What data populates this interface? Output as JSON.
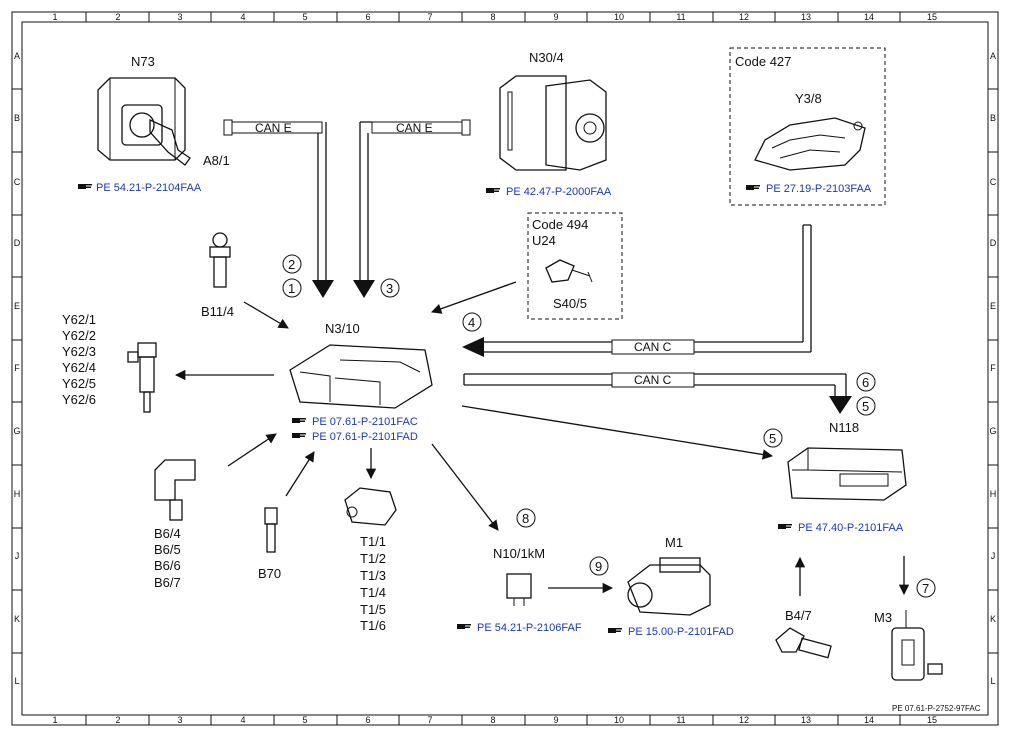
{
  "grid": {
    "columns": [
      "1",
      "2",
      "3",
      "4",
      "5",
      "6",
      "7",
      "8",
      "9",
      "10",
      "11",
      "12",
      "13",
      "14",
      "15"
    ],
    "rows": [
      "A",
      "B",
      "C",
      "D",
      "E",
      "F",
      "G",
      "H",
      "J",
      "K",
      "L"
    ]
  },
  "components": {
    "n73": "N73",
    "a8_1": "A8/1",
    "n30_4": "N30/4",
    "code427": "Code 427",
    "y3_8": "Y3/8",
    "code494": "Code 494",
    "u24": "U24",
    "s40_5": "S40/5",
    "b11_4": "B11/4",
    "n3_10": "N3/10",
    "y62": [
      "Y62/1",
      "Y62/2",
      "Y62/3",
      "Y62/4",
      "Y62/5",
      "Y62/6"
    ],
    "b6": [
      "B6/4",
      "B6/5",
      "B6/6",
      "B6/7"
    ],
    "b70": "B70",
    "t1": [
      "T1/1",
      "T1/2",
      "T1/3",
      "T1/4",
      "T1/5",
      "T1/6"
    ],
    "n10_1km": "N10/1kM",
    "m1": "M1",
    "n118": "N118",
    "b4_7": "B4/7",
    "m3": "M3"
  },
  "bus": {
    "can_e_1": "CAN E",
    "can_e_2": "CAN E",
    "can_c_1": "CAN C",
    "can_c_2": "CAN C"
  },
  "refs": {
    "n73": "PE 54.21-P-2104FAA",
    "n30_4": "PE 42.47-P-2000FAA",
    "y3_8": "PE 27.19-P-2103FAA",
    "n3_10_a": "PE 07.61-P-2101FAC",
    "n3_10_b": "PE 07.61-P-2101FAD",
    "n118": "PE 47.40-P-2101FAA",
    "n10": "PE 54.21-P-2106FAF",
    "m1": "PE 15.00-P-2101FAD"
  },
  "numbers": {
    "n1": "1",
    "n2": "2",
    "n3": "3",
    "n4": "4",
    "n5a": "5",
    "n5b": "5",
    "n6": "6",
    "n7": "7",
    "n8": "8",
    "n9": "9"
  },
  "footer": "PE 07.61-P-2752-97FAC",
  "icon_names": [
    "ignition-switch-icon",
    "abs-unit-icon",
    "valve-body-icon",
    "sensor-icon",
    "ecu-icon",
    "injector-icon",
    "crank-sensor-icon",
    "coil-icon",
    "relay-icon",
    "starter-motor-icon",
    "module-icon",
    "pump-icon",
    "pointer-hand-icon"
  ]
}
